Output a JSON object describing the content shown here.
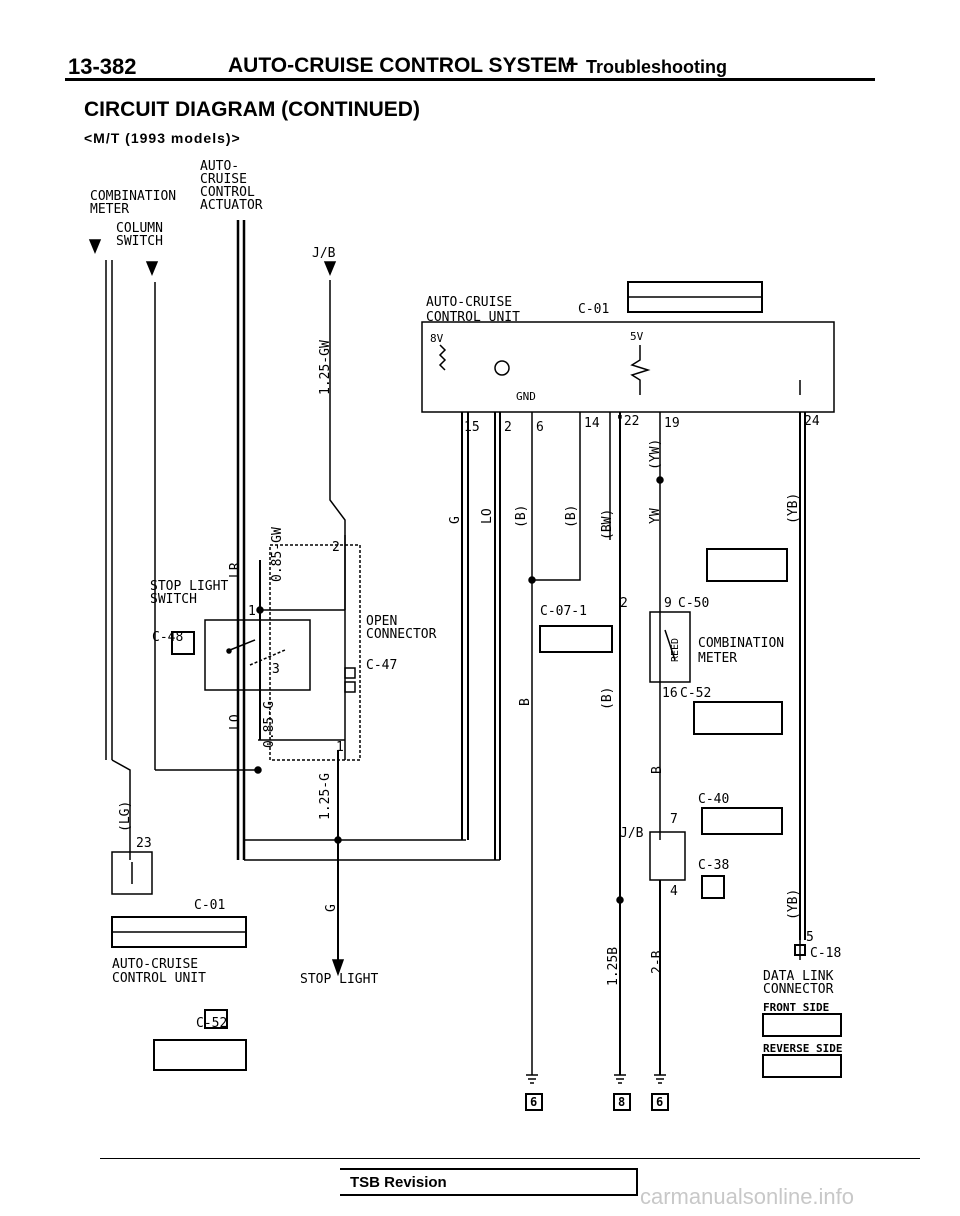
{
  "header": {
    "page_number": "13-382",
    "title": "AUTO-CRUISE CONTROL SYSTEM",
    "dash": "–",
    "subtitle": "Troubleshooting"
  },
  "section": {
    "title": "CIRCUIT DIAGRAM (CONTINUED)",
    "subtitle": "<M/T (1993 models)>"
  },
  "labels": {
    "combination_meter": "COMBINATION METER",
    "auto_cruise_actuator": "AUTO-CRUISE CONTROL ACTUATOR",
    "column_switch": "COLUMN SWITCH",
    "auto_cruise_unit_top": "AUTO-CRUISE CONTROL UNIT",
    "unit_connector_top": "C-01",
    "stop_light_switch": "STOP LIGHT SWITCH",
    "c48": "C-48",
    "open_connector": "OPEN CONNECTOR",
    "c47": "C-47",
    "c07_1": "C-07-1",
    "c50": "C-50",
    "combination_meter_right": "COMBINATION METER",
    "reed": "REED",
    "c52_right": "C-52",
    "c40": "C-40",
    "c38": "C-38",
    "c18": "C-18",
    "data_link_connector": "DATA LINK CONNECTOR",
    "front_side": "FRONT SIDE",
    "reverse_side": "REVERSE SIDE",
    "unit_connector_bottom": "C-01",
    "auto_cruise_unit_bottom": "AUTO-CRUISE CONTROL UNIT",
    "stop_light": "STOP LIGHT",
    "c52_bottom": "C-52",
    "jb_top": "J/B",
    "jb_mid": "J/B",
    "v5": "5V",
    "v8": "8V",
    "gnd": "GND"
  },
  "wires": {
    "w125gw": "1.25-GW",
    "w085gw": "0.85-GW",
    "lr": "LR",
    "lo_small": "LO",
    "w085g": "0.85-G",
    "w125g": "1.25-G",
    "g_bottom": "G",
    "g_unit": "G",
    "lo_unit": "LO",
    "b1": "(B)",
    "b2": "(B)",
    "bw": "(BW)",
    "yw": "YW",
    "yw_paren": "(YW)",
    "yb_top": "(YB)",
    "yb_bottom": "(YB)",
    "b_long": "B",
    "b_paren": "(B)",
    "b_c52": "B",
    "w125b": "1.25B",
    "w2b": "2-B",
    "lg": "(LG)"
  },
  "pins": {
    "p15": "15",
    "p2": "2",
    "p6": "6",
    "p14": "14",
    "p22": "\"22",
    "p19": "19",
    "p24": "24",
    "p23": "23",
    "p1": "1",
    "p3": "3",
    "p2b": "2",
    "p2c": "2",
    "p9": "9",
    "p16": "16",
    "p7": "7",
    "p4": "4",
    "p5": "5",
    "p1b": "1"
  },
  "grounds": [
    "6",
    "8",
    "6"
  ],
  "footer": {
    "tsb": "TSB Revision"
  },
  "watermark": "carmanualsonline.info"
}
